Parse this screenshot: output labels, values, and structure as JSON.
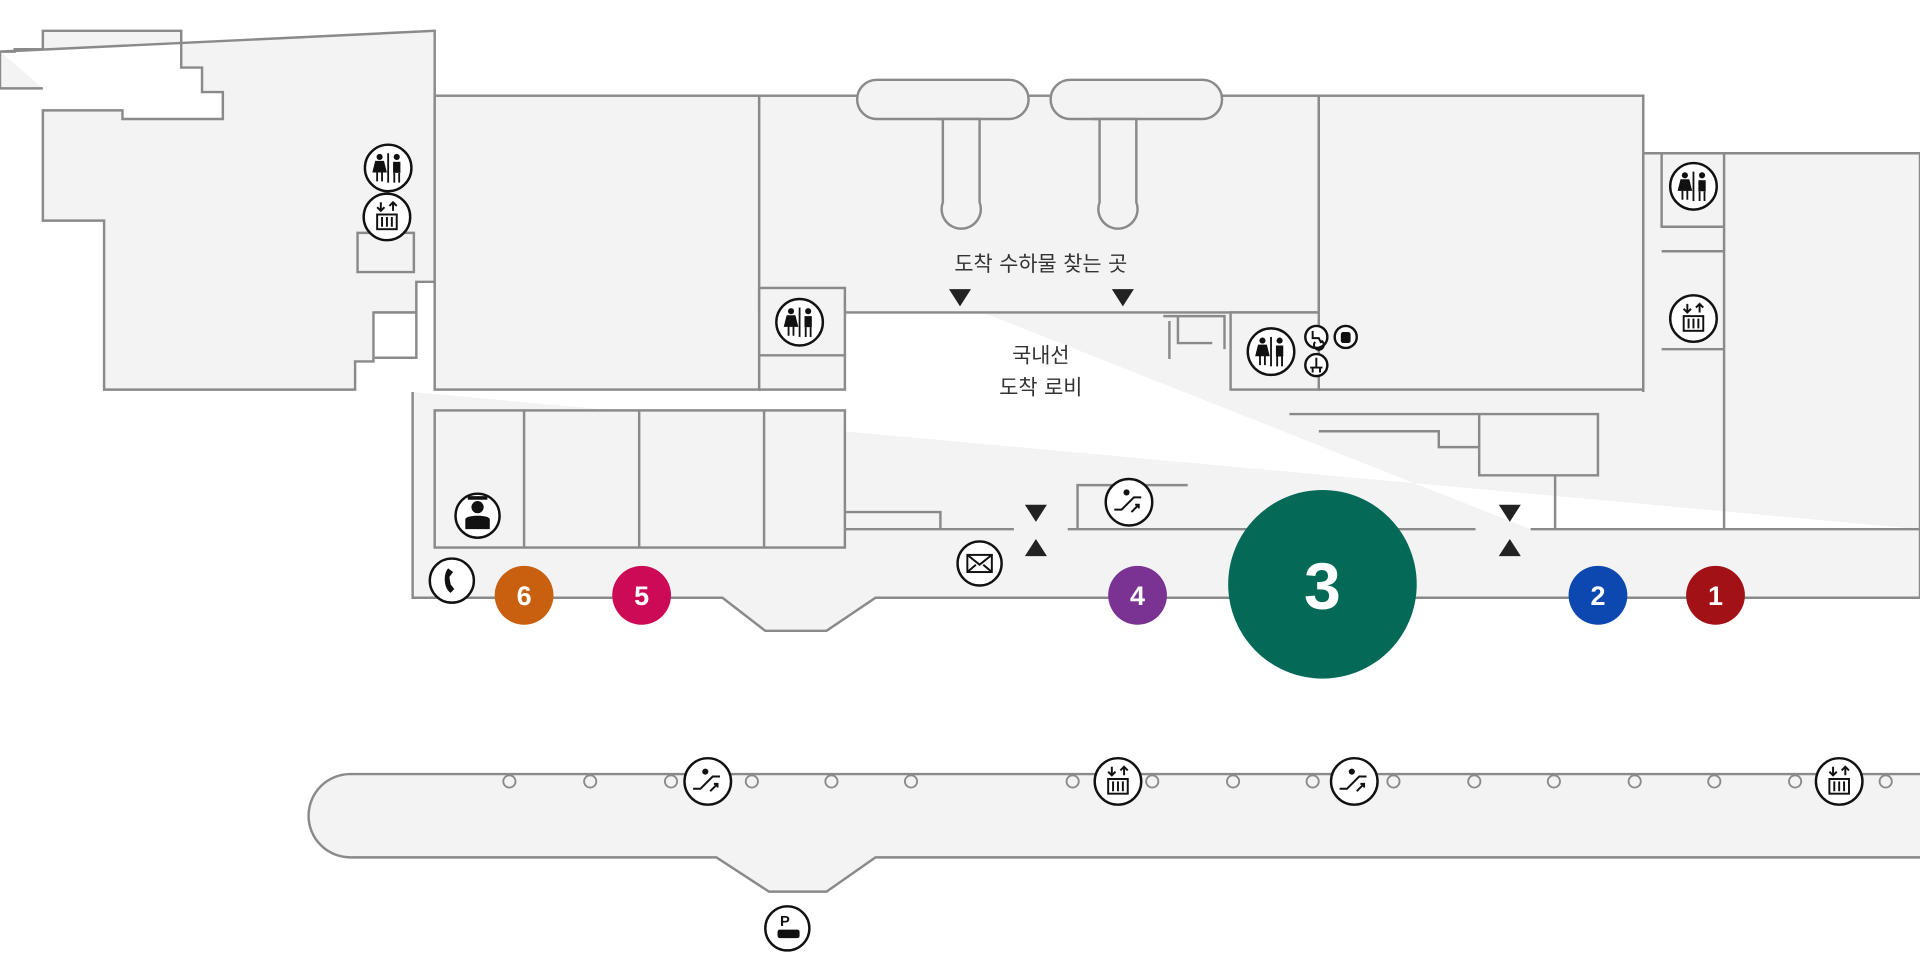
{
  "labels": {
    "baggage_claim": "도착 수하물 찾는 곳",
    "lobby_line1": "국내선",
    "lobby_line2": "도착 로비"
  },
  "gates": [
    {
      "number": "1",
      "color": "#a11116"
    },
    {
      "number": "2",
      "color": "#0d47b0"
    },
    {
      "number": "3",
      "color": "#046a57",
      "highlighted": true
    },
    {
      "number": "4",
      "color": "#7b3393"
    },
    {
      "number": "5",
      "color": "#cc0a55"
    },
    {
      "number": "6",
      "color": "#c86010"
    }
  ],
  "icons": [
    "restroom-icon",
    "elevator-icon",
    "escalator-icon",
    "phone-icon",
    "mail-icon",
    "information-staff-icon",
    "parking-icon",
    "accessible-icon",
    "baby-care-icon",
    "family-restroom-icon",
    "entrance-arrow-icon"
  ]
}
